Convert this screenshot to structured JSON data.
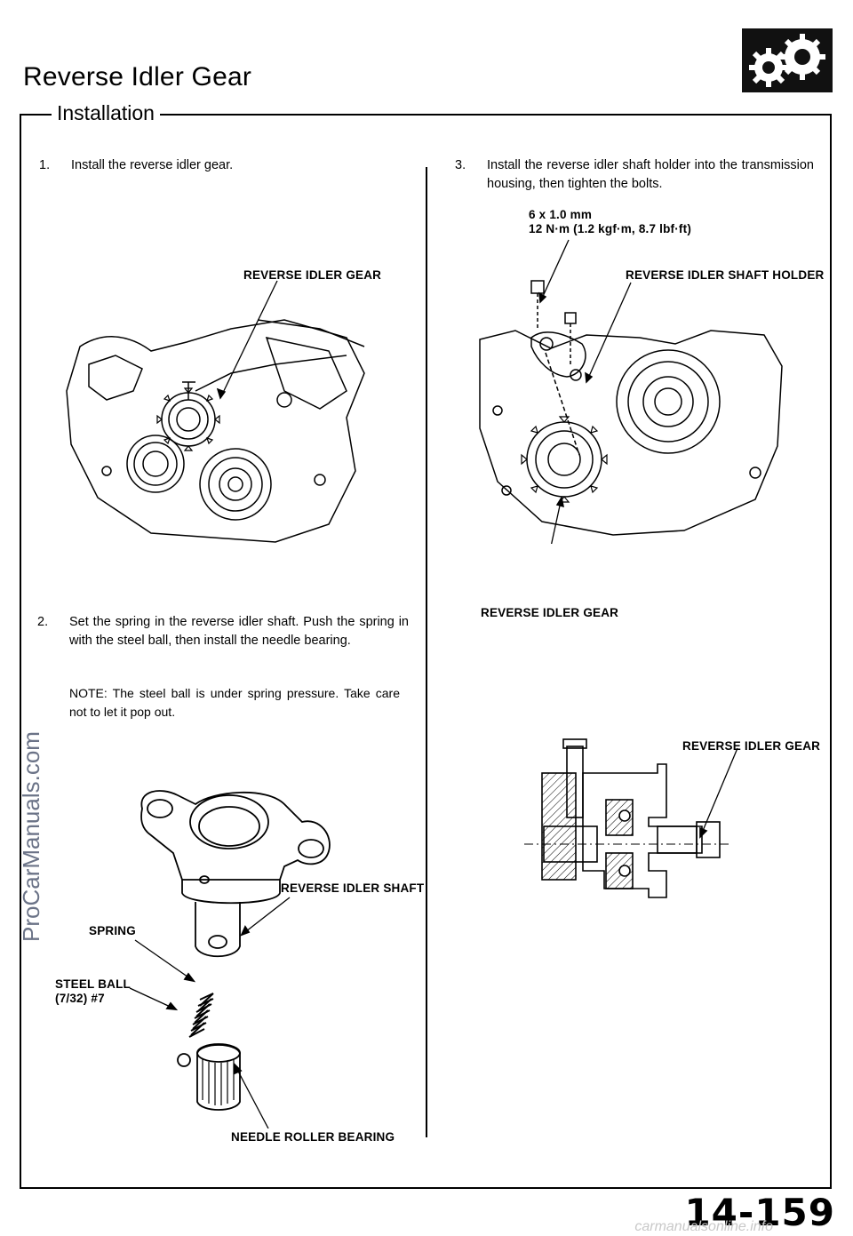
{
  "header": {
    "title": "Reverse Idler Gear",
    "section": "Installation"
  },
  "steps": [
    {
      "num": "1.",
      "text": "Install the reverse idler gear."
    },
    {
      "num": "2.",
      "text": "Set the spring in the reverse idler shaft. Push the spring in with the steel ball, then install the needle bearing."
    },
    {
      "num": "3.",
      "text": "Install the reverse idler shaft holder into the transmission housing, then tighten the bolts."
    }
  ],
  "note": "NOTE: The steel ball is under spring pressure. Take care not to let it pop out.",
  "labels": {
    "fig1_gear": "REVERSE IDLER GEAR",
    "spec_size": "6 x 1.0 mm",
    "spec_torque": "12 N·m (1.2 kgf·m, 8.7 lbf·ft)",
    "fig2_holder": "REVERSE IDLER SHAFT HOLDER",
    "fig2_gear": "REVERSE IDLER GEAR",
    "fig3_shaft": "REVERSE IDLER SHAFT",
    "fig3_spring": "SPRING",
    "fig3_ball": "STEEL BALL",
    "fig3_ball_size": "(7/32) #7",
    "fig3_bearing": "NEEDLE ROLLER BEARING",
    "fig4_gear": "REVERSE IDLER GEAR"
  },
  "footer": {
    "page_number": "14-159",
    "watermark": "ProCarManuals.com",
    "bottom_watermark": "carmanualsonline.info"
  },
  "icons": [
    "gears-icon"
  ]
}
